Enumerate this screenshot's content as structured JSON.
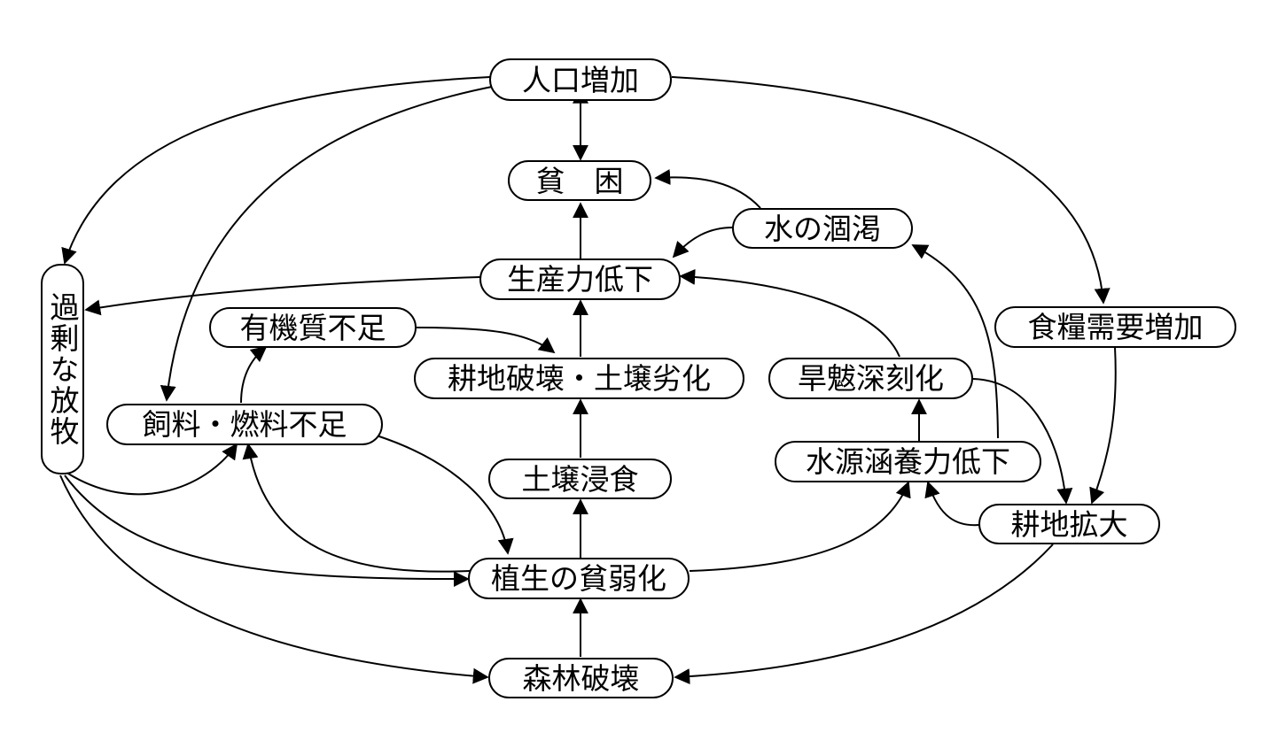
{
  "nodes": {
    "jinkou_zouka": "人口増加",
    "hinkon": "貧　困",
    "mizu_kokatsu": "水の涸渇",
    "seisanryoku_teika": "生産力低下",
    "kajou_houboku": "過剰な放牧",
    "yukishitsu_fusoku": "有機質不足",
    "kouchi_hakai": "耕地破壊・土壌劣化",
    "kanbatsu_shinkokuka": "旱魃深刻化",
    "shokuryou_juyou": "食糧需要増加",
    "shiryou_nenryou_fusoku": "飼料・燃料不足",
    "dojou_shinshoku": "土壌浸食",
    "suigen_kanyou": "水源涵養力低下",
    "kouchi_kakudai": "耕地拡大",
    "shokusei_hinjaku": "植生の貧弱化",
    "shinrin_hakai": "森林破壊"
  },
  "colors": {
    "stroke": "#000000",
    "background": "#ffffff"
  }
}
